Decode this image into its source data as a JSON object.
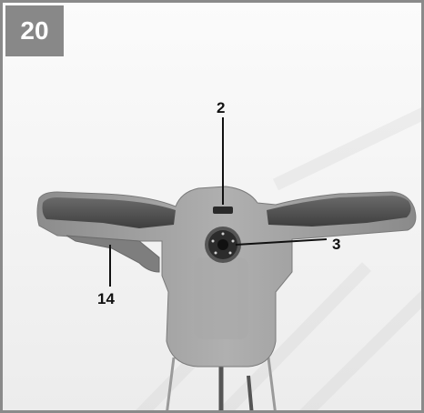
{
  "figure_number": "20",
  "callouts": {
    "label_2": "2",
    "label_3": "3",
    "label_14": "14"
  },
  "colors": {
    "badge": "#888888",
    "frame": "#8a8a8a",
    "handle_body": "#9a9a9a",
    "grip": "#555555"
  },
  "icons": {
    "speed_dial": "rotary-dial-icon",
    "switch": "switch-icon"
  }
}
